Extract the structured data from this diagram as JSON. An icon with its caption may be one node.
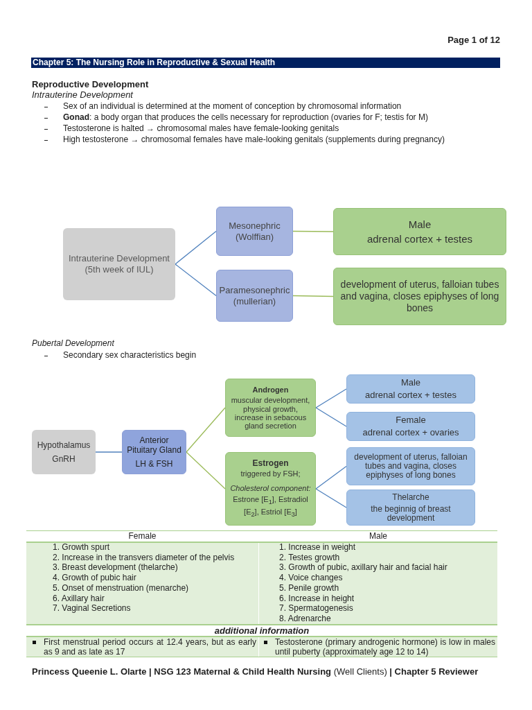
{
  "diagram": {
    "title": "Chapter 5: The Nursing Role in Reproductive & Sexual Health",
    "nodes": [
      {
        "text": [
          "Intrauterine Development (5th week of IUL)"
        ]
      },
      {
        "text": [
          "Mesonephric (Wolffian)"
        ]
      },
      {
        "text": [
          "Paramesonephric (mullerian)"
        ]
      },
      {
        "text": [
          "Male",
          "adrenal cortex + testes"
        ]
      },
      {
        "text": [
          "development of uterus, falloian tubes and vagina, closes epiphyses of long bones"
        ]
      },
      {
        "text": [
          "Hypothalamus",
          "GnRH"
        ]
      },
      {
        "text": [
          "Anterior Pituitary Gland",
          "LH & FSH"
        ]
      },
      {
        "text": [
          "Androgen",
          "muscular development, physical growth, increase in sebacous gland secretion"
        ]
      },
      {
        "text": [
          "Estrogen",
          "triggered by FSH;",
          "Cholesterol component:",
          "Estrone [E$_{1}$], Estradiol [E$_{2}$], Estriol [E$_{3}$]"
        ]
      },
      {
        "text": [
          "Male",
          "adrenal cortex + testes"
        ]
      },
      {
        "text": [
          "Female",
          "adrenal cortex + ovaries"
        ]
      },
      {
        "text": [
          "development of uterus, falloian tubes and vagina, closes epiphyses of long bones"
        ]
      },
      {
        "text": [
          "Thelarche",
          "the beginnig of breast development"
        ]
      }
    ],
    "edges": [
      {
        "from": 0,
        "to": 1,
        "arrow": "none"
      },
      {
        "from": 0,
        "to": 2,
        "arrow": "none"
      },
      {
        "from": 1,
        "to": 3,
        "arrow": "none",
        "color": "#9bbb59"
      },
      {
        "from": 2,
        "to": 4,
        "arrow": "none",
        "color": "#9bbb59"
      },
      {
        "from": 5,
        "to": 6,
        "arrow": "none"
      },
      {
        "from": 6,
        "to": 7,
        "arrow": "none",
        "color": "#9bbb59"
      },
      {
        "from": 6,
        "to": 8,
        "arrow": "none",
        "color": "#9bbb59"
      },
      {
        "from": 7,
        "to": 9,
        "arrow": "none"
      },
      {
        "from": 7,
        "to": 10,
        "arrow": "none"
      },
      {
        "from": 8,
        "to": 11,
        "arrow": "none"
      },
      {
        "from": 8,
        "to": 12,
        "arrow": "none"
      }
    ],
    "labels": [
      "Page 1 of 12",
      "Reproductive Development",
      "Intrauterine Development",
      "Sex of an individual is determined at the moment of conception by chromosomal information",
      "**Gonad**: a body organ that produces the cells necessary for reproduction (ovaries for F; testis for M)",
      "Testosterone is halted → chromosomal males have female-looking genitals",
      "High testosterone → chromosomal females have male-looking genitals (supplements during pregnancy)",
      "Pubertal Development",
      "Secondary sex characteristics begin",
      "Female",
      "Male",
      "1. Growth spurt",
      "2. Increase in the transvers diameter of the pelvis",
      "3. Breast development (thelarche)",
      "4. Growth of pubic hair",
      "5. Onset of menstruation (menarche)",
      "6. Axillary hair",
      "7. Vaginal Secretions",
      "1. Increase in weight",
      "2. Testes growth",
      "3. Growth of pubic, axillary hair and facial hair",
      "4. Voice changes",
      "5. Penile growth",
      "6. Increase in height",
      "7. Spermatogenesis",
      "8. Adrenarche",
      "additional information",
      "First menstrual period occurs at 12.4 years, but as early as 9 and as late as 17",
      "Testosterone (primary androgenic hormone) is low in males until puberty (approximately age 12 to 14)",
      "**Princess Queenie L. Olarte | NSG 123 Maternal & Child Health Nursing** (Well Clients) **| Chapter 5 Reviewer**"
    ]
  }
}
